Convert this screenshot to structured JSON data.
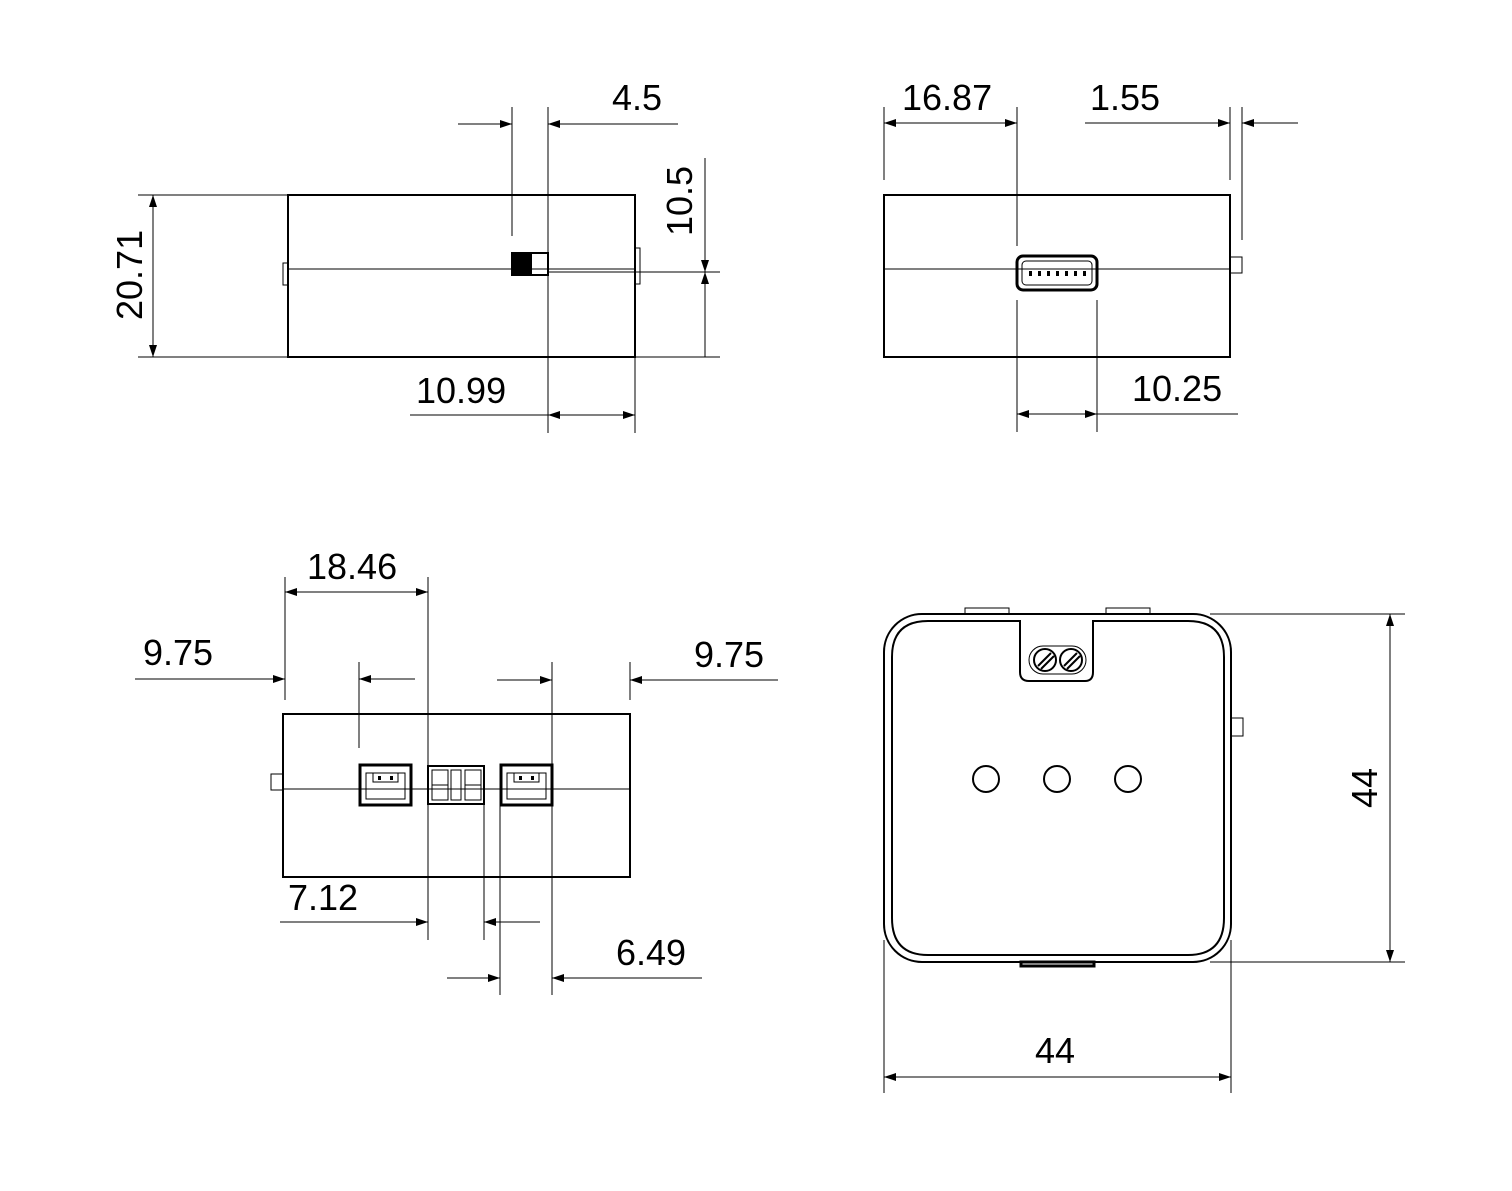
{
  "views": {
    "side_view_left": {
      "dims": {
        "width_4_5": "4.5",
        "height_10_5": "10.5",
        "height_20_71": "20.71",
        "offset_10_99": "10.99"
      }
    },
    "side_view_right": {
      "dims": {
        "offset_16_87": "16.87",
        "pin_1_55": "1.55",
        "usb_10_25": "10.25"
      }
    },
    "front_view": {
      "dims": {
        "left_9_75": "9.75",
        "span_18_46": "18.46",
        "right_9_75": "9.75",
        "gap_7_12": "7.12",
        "gap_6_49": "6.49"
      }
    },
    "top_view": {
      "dims": {
        "height_44": "44",
        "width_44": "44"
      }
    }
  },
  "colors": {
    "line": "#000000",
    "background": "#ffffff"
  }
}
